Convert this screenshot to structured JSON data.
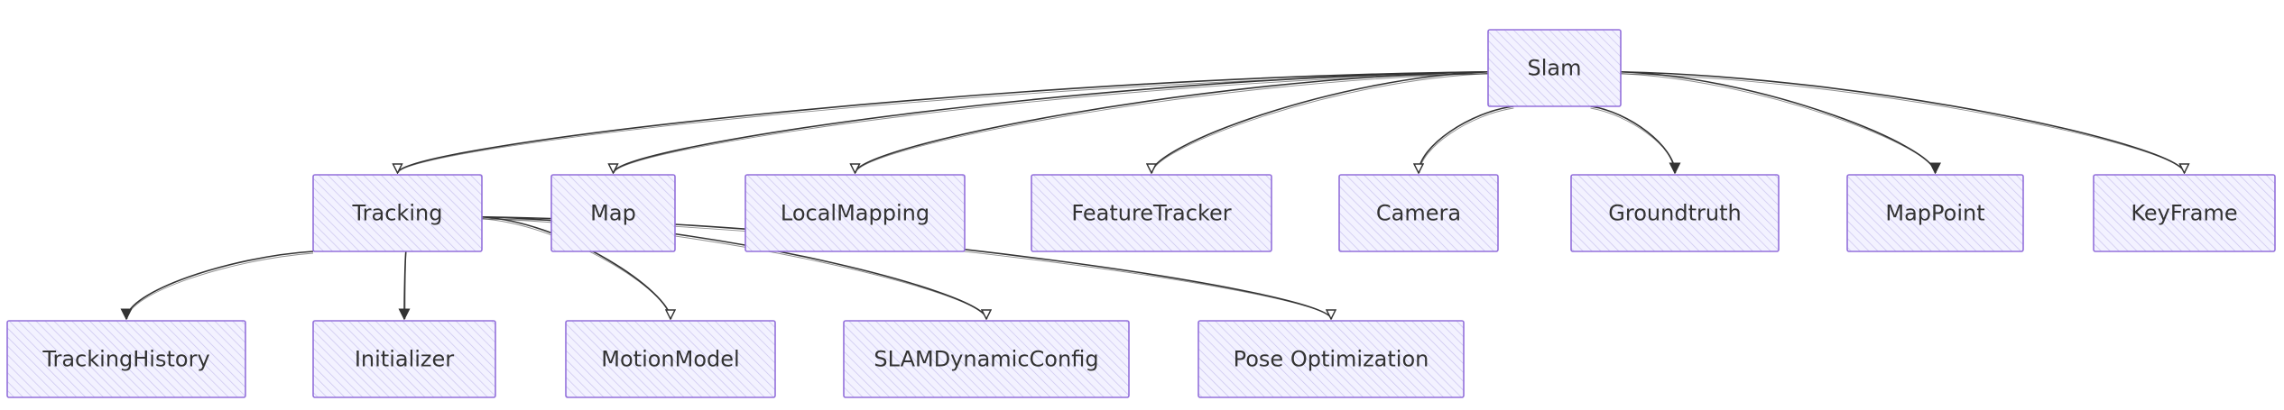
{
  "diagram": {
    "type": "class-hierarchy",
    "nodes": [
      {
        "id": "slam",
        "label": "Slam"
      },
      {
        "id": "tracking",
        "label": "Tracking"
      },
      {
        "id": "map",
        "label": "Map"
      },
      {
        "id": "localmapping",
        "label": "LocalMapping"
      },
      {
        "id": "featuretracker",
        "label": "FeatureTracker"
      },
      {
        "id": "camera",
        "label": "Camera"
      },
      {
        "id": "groundtruth",
        "label": "Groundtruth"
      },
      {
        "id": "mappoint",
        "label": "MapPoint"
      },
      {
        "id": "keyframe",
        "label": "KeyFrame"
      },
      {
        "id": "trackinghistory",
        "label": "TrackingHistory"
      },
      {
        "id": "initializer",
        "label": "Initializer"
      },
      {
        "id": "motionmodel",
        "label": "MotionModel"
      },
      {
        "id": "slamdynamicconfig",
        "label": "SLAMDynamicConfig"
      },
      {
        "id": "poseoptimization",
        "label": "Pose Optimization"
      }
    ],
    "edges": [
      {
        "from": "slam",
        "to": "tracking"
      },
      {
        "from": "slam",
        "to": "map"
      },
      {
        "from": "slam",
        "to": "localmapping"
      },
      {
        "from": "slam",
        "to": "featuretracker"
      },
      {
        "from": "slam",
        "to": "camera"
      },
      {
        "from": "slam",
        "to": "groundtruth"
      },
      {
        "from": "slam",
        "to": "mappoint"
      },
      {
        "from": "slam",
        "to": "keyframe"
      },
      {
        "from": "tracking",
        "to": "trackinghistory"
      },
      {
        "from": "tracking",
        "to": "initializer"
      },
      {
        "from": "tracking",
        "to": "motionmodel"
      },
      {
        "from": "tracking",
        "to": "slamdynamicconfig"
      },
      {
        "from": "tracking",
        "to": "poseoptimization"
      }
    ]
  },
  "colors": {
    "node_fill": "#ECECFF",
    "node_stroke": "#9370DB",
    "edge": "#333333",
    "text": "#333333"
  }
}
